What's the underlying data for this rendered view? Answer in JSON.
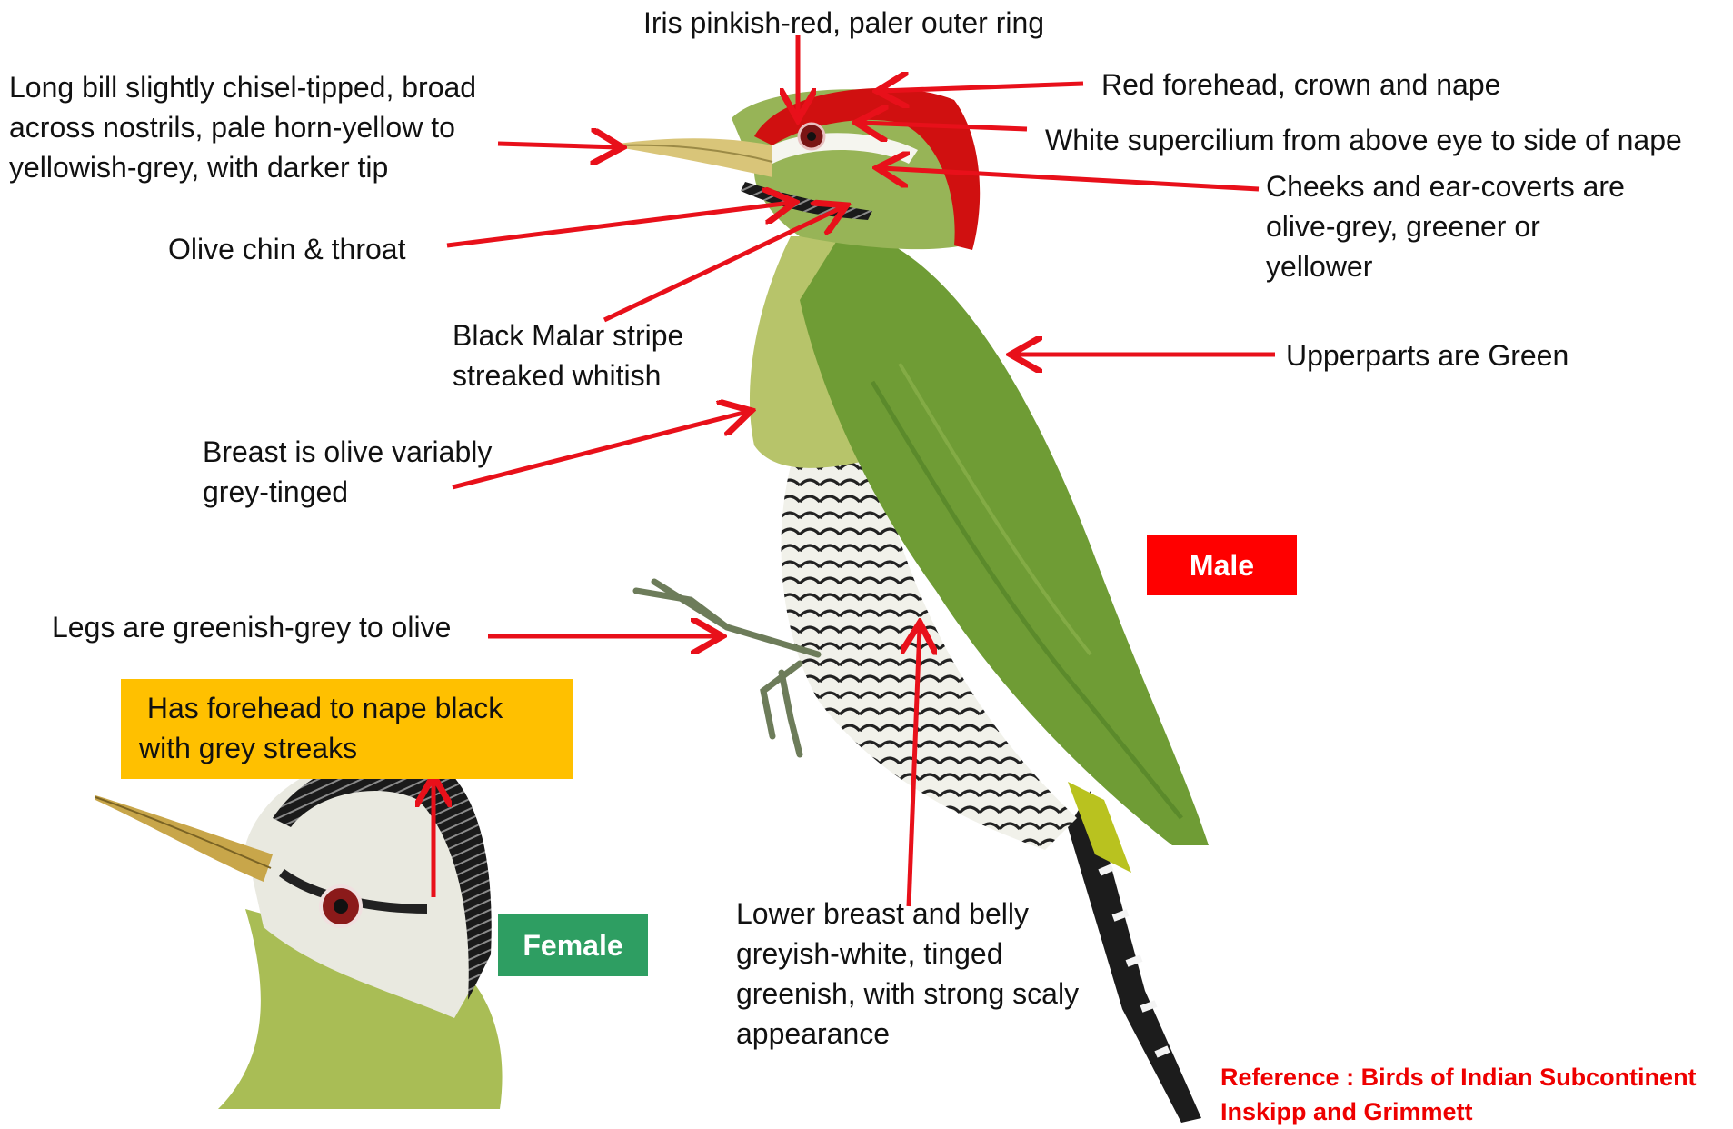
{
  "labels": {
    "iris": "Iris pinkish-red, paler outer ring",
    "bill": [
      "Long bill slightly chisel-tipped, broad",
      "across nostrils, pale horn-yellow to",
      "yellowish-grey, with darker tip"
    ],
    "forehead": "Red forehead, crown and nape",
    "supercilium": "White supercilium from above eye to side of nape",
    "cheeks": [
      "Cheeks and ear-coverts are",
      "olive-grey, greener or",
      "yellower"
    ],
    "chin": "Olive chin & throat",
    "malar": [
      "Black Malar stripe",
      "streaked whitish"
    ],
    "upperparts": "Upperparts are  Green",
    "breast": [
      "Breast is olive variably",
      "grey-tinged"
    ],
    "legs": "Legs are greenish-grey to olive",
    "female_note": [
      " Has forehead to nape black",
      "with grey streaks"
    ],
    "belly": [
      "Lower breast and belly",
      "greyish-white, tinged",
      "greenish, with strong scaly",
      "appearance"
    ]
  },
  "badges": {
    "male": "Male",
    "female": "Female"
  },
  "reference": [
    "Reference : Birds of Indian Subcontinent",
    "Inskipp and Grimmett"
  ],
  "colors": {
    "arrow": "#e8101a",
    "male_badge": "#ff0000",
    "female_badge": "#2e9e62",
    "female_note_bg": "#ffc000",
    "reference_text": "#e00000"
  }
}
